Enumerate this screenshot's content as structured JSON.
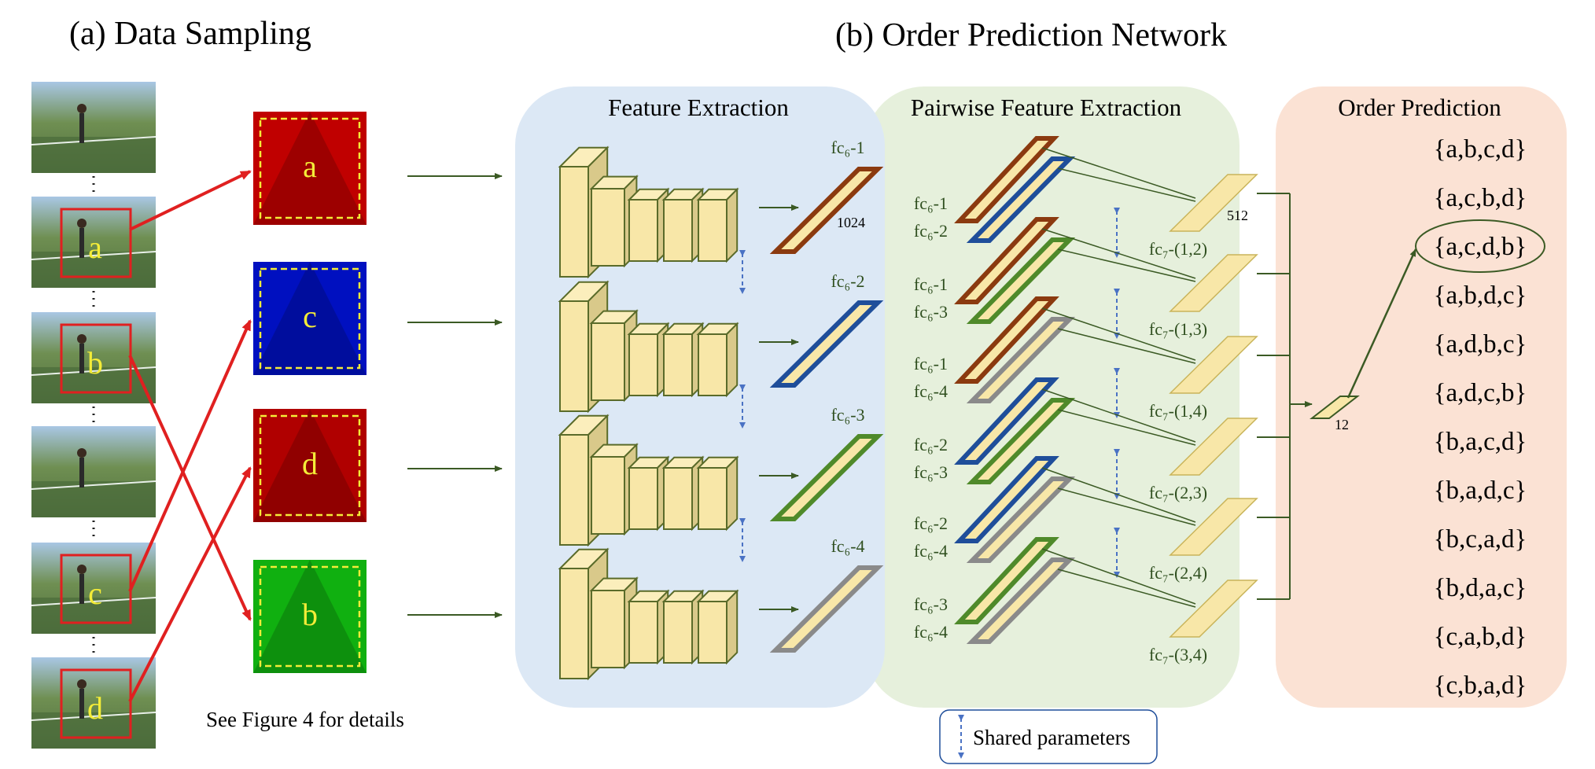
{
  "titles": {
    "left": "(a) Data Sampling",
    "right": "(b) Order Prediction Network"
  },
  "panels": {
    "feature_extraction": "Feature Extraction",
    "pairwise": "Pairwise Feature Extraction",
    "order_prediction": "Order Prediction"
  },
  "frame_labels": [
    "a",
    "b",
    "c",
    "d"
  ],
  "patch_labels": [
    "a",
    "c",
    "d",
    "b"
  ],
  "patch_colors": [
    "#c00000",
    "#0010c0",
    "#b00000",
    "#10b010"
  ],
  "see_figure": "See Figure 4 for details",
  "fc6_outputs": [
    "fc₆-1",
    "fc₆-2",
    "fc₆-3",
    "fc₆-4"
  ],
  "fc6_dim": "1024",
  "fc6_colors": [
    "#8b3a0f",
    "#1f4e9a",
    "#4f8a2a",
    "#8a8a8a"
  ],
  "pair_inputs": [
    [
      "fc₆-1",
      "fc₆-2"
    ],
    [
      "fc₆-1",
      "fc₆-3"
    ],
    [
      "fc₆-1",
      "fc₆-4"
    ],
    [
      "fc₆-2",
      "fc₆-3"
    ],
    [
      "fc₆-2",
      "fc₆-4"
    ],
    [
      "fc₆-3",
      "fc₆-4"
    ]
  ],
  "fc7_outputs": [
    "fc₇-(1,2)",
    "fc₇-(1,3)",
    "fc₇-(1,4)",
    "fc₇-(2,3)",
    "fc₇-(2,4)",
    "fc₇-(3,4)"
  ],
  "fc7_dim": "512",
  "fc8_dim": "12",
  "orders": [
    "{a,b,c,d}",
    "{a,c,b,d}",
    "{a,c,d,b}",
    "{a,b,d,c}",
    "{a,d,b,c}",
    "{a,d,c,b}",
    "{b,a,c,d}",
    "{b,a,d,c}",
    "{b,c,a,d}",
    "{b,d,a,c}",
    "{c,a,b,d}",
    "{c,b,a,d}"
  ],
  "highlighted_order_index": 2,
  "legend": "Shared parameters"
}
